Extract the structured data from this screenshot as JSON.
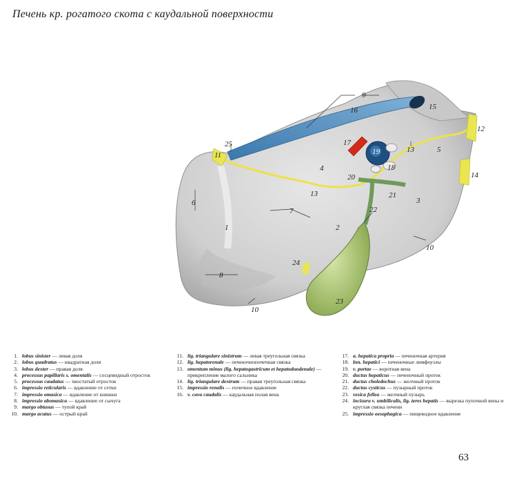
{
  "title": "Печень кр. рогатого скота с каудальной поверхности",
  "figure_labels": {
    "l1": "1",
    "l2": "2",
    "l3": "3",
    "l4": "4",
    "l5": "5",
    "l6": "6",
    "l7": "7",
    "l8": "8",
    "l9": "9",
    "l10a": "10",
    "l10b": "10",
    "l11": "11",
    "l12": "12",
    "l13a": "13",
    "l13b": "13",
    "l14": "14",
    "l15": "15",
    "l16": "16",
    "l17": "17",
    "l18": "18",
    "l19": "19",
    "l20": "20",
    "l21": "21",
    "l22": "22",
    "l23": "23",
    "l24": "24",
    "l25": "25"
  },
  "colors": {
    "liver": "#d4d4d4",
    "vena_cava": "#4a86b8",
    "portal": "#1c4d7c",
    "artery": "#d42a1a",
    "ligament": "#e9e64f",
    "bladder": "#a9c46a",
    "ducts": "#7fa06c"
  },
  "legend": {
    "col1": [
      {
        "n": "1.",
        "term": "lobus sinister",
        "text": " — левая доля"
      },
      {
        "n": "2.",
        "term": "lobus quadratus",
        "text": " — квадратная доля"
      },
      {
        "n": "3.",
        "term": "lobus dexter",
        "text": " — правая доля"
      },
      {
        "n": "4.",
        "term": "processus papillaris s. omentalis",
        "text": " — сосцевидный отросток"
      },
      {
        "n": "5.",
        "term": "processus caudatus",
        "text": " — хвостатый отросток"
      },
      {
        "n": "6.",
        "term": "impressio reticularis",
        "text": " — вдавление от сетки"
      },
      {
        "n": "7.",
        "term": "impressio omasica",
        "text": " — вдавление от книжки"
      },
      {
        "n": "8.",
        "term": "impressio abomasica",
        "text": " — вдавление от сычуга"
      },
      {
        "n": "9.",
        "term": "margo obtusus",
        "text": " — тупой край"
      },
      {
        "n": "10.",
        "term": "margo acutus",
        "text": " — острый край"
      }
    ],
    "col2": [
      {
        "n": "11.",
        "term": "lig. triangulare sinistrum",
        "text": " — левая треугольная связка"
      },
      {
        "n": "12.",
        "term": "lig. hepatorenale",
        "text": " — печеночнопочечная связка"
      },
      {
        "n": "13.",
        "term": "omentum minus (lig. hepatogastricum et hepatoduodenale)",
        "text": " — прикрепление малого сальника"
      },
      {
        "n": "14.",
        "term": "lig. triangulare dextrum",
        "text": " — правая треугольная связка"
      },
      {
        "n": "15.",
        "term": "impressio renalis",
        "text": " — почечное вдавление"
      },
      {
        "n": "16.",
        "term": "v. cava caudalis",
        "text": " — каудальная полая вена"
      }
    ],
    "col3": [
      {
        "n": "17.",
        "term": "a. hepatica propria",
        "text": " — печеночная артерия"
      },
      {
        "n": "18.",
        "term": "lnn. hepatici",
        "text": " — печеночные лимфоузлы"
      },
      {
        "n": "19.",
        "term": "v. portae",
        "text": " — воротная вена"
      },
      {
        "n": "20.",
        "term": "ductus hepaticus",
        "text": " — печеночный проток"
      },
      {
        "n": "21.",
        "term": "ductus choledochus",
        "text": " — желчный проток"
      },
      {
        "n": "22.",
        "term": "ductus cysticus",
        "text": " — пузырный проток"
      },
      {
        "n": "23.",
        "term": "vesica fellea",
        "text": " — желчный пузырь"
      },
      {
        "n": "24.",
        "term": "incisura v. umbilicalis, lig. teres hepatis",
        "text": " — вырезка пупочной вены и круглая связка печени"
      },
      {
        "n": "25.",
        "term": "impressio oesophagica",
        "text": " — пищеводное вдавление"
      }
    ]
  },
  "page_number": "63"
}
